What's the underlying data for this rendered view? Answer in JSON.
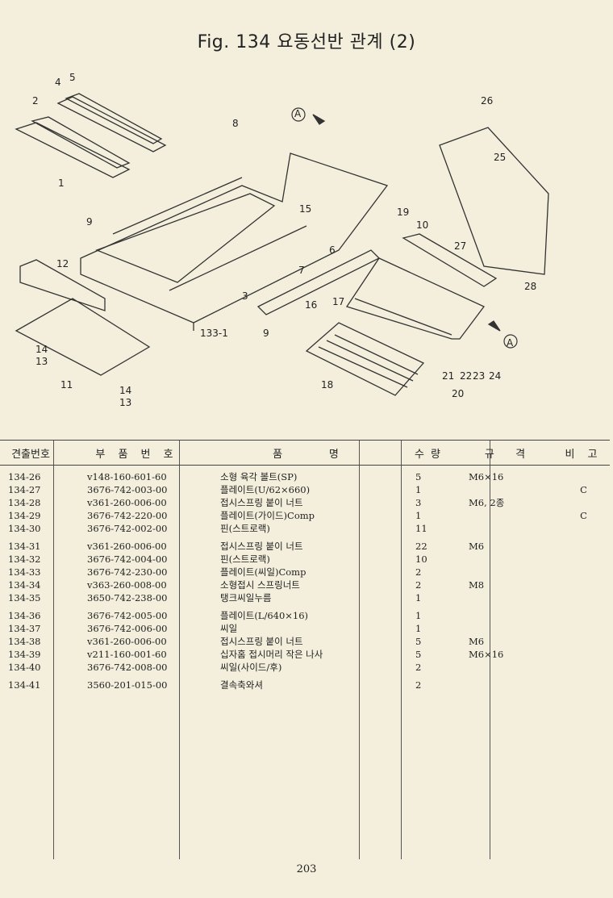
{
  "title": "Fig. 134   요동선반 관계 (2)",
  "diagram": {
    "callouts": [
      "4",
      "5",
      "2",
      "8",
      "1",
      "A",
      "26",
      "25",
      "15",
      "19",
      "9",
      "10",
      "12",
      "6",
      "7",
      "27",
      "28",
      "3",
      "16",
      "17",
      "133-1",
      "9",
      "14",
      "13",
      "11",
      "18",
      "21",
      "22",
      "23",
      "24",
      "A",
      "20",
      "14",
      "13"
    ]
  },
  "table": {
    "headers": {
      "no": "견출번호",
      "part": "부 품 번 호",
      "name": "품              명",
      "qty": "수 량",
      "spec": "규  격",
      "note": "비 고"
    },
    "rows": [
      {
        "no": "134-26",
        "part": "v148-160-601-60",
        "name": "소형 육각 볼트(SP)",
        "qty": "5",
        "spec": "M6×16",
        "note": ""
      },
      {
        "no": "134-27",
        "part": "3676-742-003-00",
        "name": "플레이트(U/62×660)",
        "qty": "1",
        "spec": "",
        "note": "C"
      },
      {
        "no": "134-28",
        "part": "v361-260-006-00",
        "name": "접시스프링 붙이 너트",
        "qty": "3",
        "spec": "M6, 2종",
        "note": ""
      },
      {
        "no": "134-29",
        "part": "3676-742-220-00",
        "name": "플레이트(가이드)Comp",
        "qty": "1",
        "spec": "",
        "note": "C"
      },
      {
        "no": "134-30",
        "part": "3676-742-002-00",
        "name": "핀(스트로랙)",
        "qty": "11",
        "spec": "",
        "note": ""
      },
      {
        "gap": true
      },
      {
        "no": "134-31",
        "part": "v361-260-006-00",
        "name": "접시스프링 붙이 너트",
        "qty": "22",
        "spec": "M6",
        "note": ""
      },
      {
        "no": "134-32",
        "part": "3676-742-004-00",
        "name": "핀(스트로랙)",
        "qty": "10",
        "spec": "",
        "note": ""
      },
      {
        "no": "134-33",
        "part": "3676-742-230-00",
        "name": "플레이트(씨일)Comp",
        "qty": "2",
        "spec": "",
        "note": ""
      },
      {
        "no": "134-34",
        "part": "v363-260-008-00",
        "name": "소형접시 스프링너트",
        "qty": "2",
        "spec": "M8",
        "note": ""
      },
      {
        "no": "134-35",
        "part": "3650-742-238-00",
        "name": "탱크씨일누름",
        "qty": "1",
        "spec": "",
        "note": ""
      },
      {
        "gap": true
      },
      {
        "no": "134-36",
        "part": "3676-742-005-00",
        "name": "플레이트(L/640×16)",
        "qty": "1",
        "spec": "",
        "note": ""
      },
      {
        "no": "134-37",
        "part": "3676-742-006-00",
        "name": "씨일",
        "qty": "1",
        "spec": "",
        "note": ""
      },
      {
        "no": "134-38",
        "part": "v361-260-006-00",
        "name": "접시스프링 붙이 너트",
        "qty": "5",
        "spec": "M6",
        "note": ""
      },
      {
        "no": "134-39",
        "part": "v211-160-001-60",
        "name": "십자홈 접시머리 작은 나사",
        "qty": "5",
        "spec": "M6×16",
        "note": ""
      },
      {
        "no": "134-40",
        "part": "3676-742-008-00",
        "name": "씨일(사이드/후)",
        "qty": "2",
        "spec": "",
        "note": ""
      },
      {
        "gap": true
      },
      {
        "no": "134-41",
        "part": "3560-201-015-00",
        "name": "결속축와셔",
        "qty": "2",
        "spec": "",
        "note": ""
      }
    ]
  },
  "page_number": "203"
}
